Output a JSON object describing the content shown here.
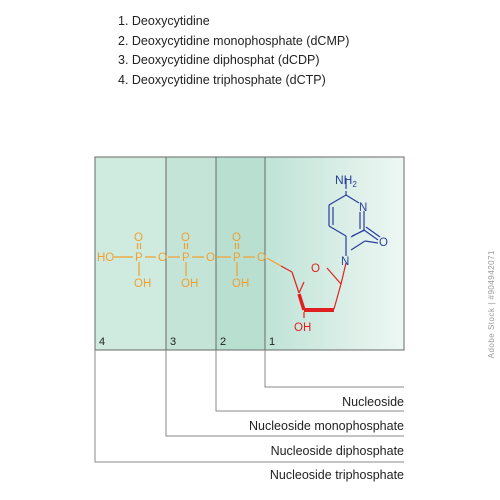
{
  "legend": {
    "items": [
      "1. Deoxycytidine",
      "2. Deoxycytidine monophosphate (dCMP)",
      "3. Deoxycytidine diphosphat (dCDP)",
      "4. Deoxycytidine triphosphate (dCTP)"
    ]
  },
  "sections": {
    "s4": "4",
    "s3": "3",
    "s2": "2",
    "s1": "1"
  },
  "labels": {
    "nucleoside": "Nucleoside",
    "monophosphate": "Nucleoside monophosphate",
    "diphosphate": "Nucleoside diphosphate",
    "triphosphate": "Nucleoside triphosphate"
  },
  "atoms": {
    "ho": "HO",
    "p": "P",
    "o": "O",
    "oh": "OH",
    "nh": "NH",
    "sub2": "2",
    "n": "N"
  },
  "colors": {
    "phosphate": "#f0a030",
    "sugar": "#e02020",
    "base": "#2a3f9c",
    "panel_border": "#555555"
  },
  "watermark": "Adobe Stock | #904942071"
}
